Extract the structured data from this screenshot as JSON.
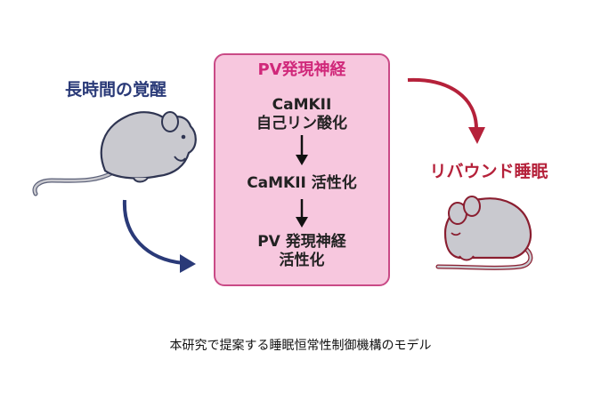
{
  "left_label": "長時間の覚醒",
  "right_label": "リバウンド睡眠",
  "mechanism": {
    "title": "PV発現神経",
    "step1": [
      "CaMKII",
      "自己リン酸化"
    ],
    "step2": "CaMKII 活性化",
    "step3": [
      "PV 発現神経",
      "活性化"
    ]
  },
  "caption": "本研究で提案する睡眠恒常性制御機構のモデル",
  "colors": {
    "navy": "#2a3a78",
    "crimson": "#b5213a",
    "box_fill": "#f7c7de",
    "box_border": "#c94a86",
    "title_pink": "#d0287a",
    "mouse_gray": "#c9c9cf"
  },
  "icons": [
    "awake-mouse-icon",
    "sleeping-mouse-icon"
  ]
}
